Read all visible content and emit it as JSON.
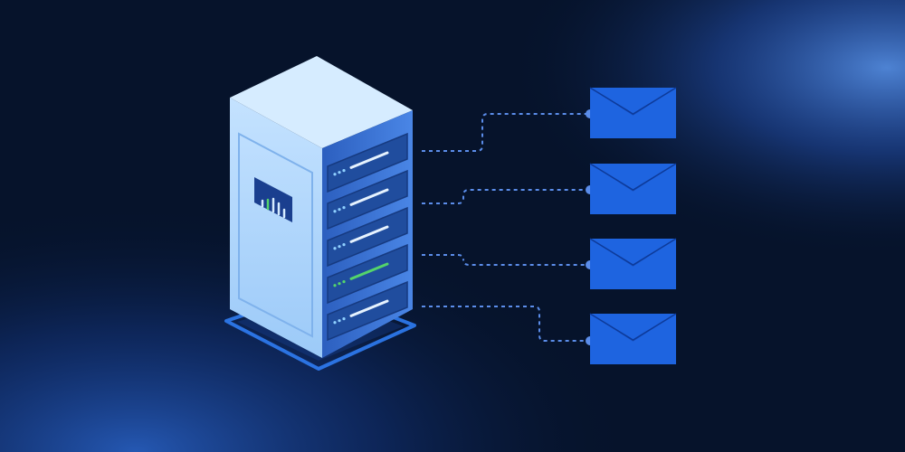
{
  "scene": {
    "type": "illustration",
    "subject": "server-distributing-emails",
    "server": {
      "rack_units": 5,
      "active_unit_index": 3,
      "panel_signal_bars": 5
    },
    "envelopes": 4,
    "connectors": 4,
    "colors": {
      "background": "#06132b",
      "glow": "#2f6fe0",
      "server_top": "#d6ecff",
      "server_side": "#a9d1fb",
      "server_front": "#3c74d6",
      "unit_face": "#204d9e",
      "unit_led_blue": "#8fd0ff",
      "unit_led_active": "#54d46b",
      "envelope_body": "#1e64e0",
      "envelope_flap": "#0f3fa6",
      "connector": "#5b8dea",
      "platform": "#2f7cf2"
    }
  }
}
